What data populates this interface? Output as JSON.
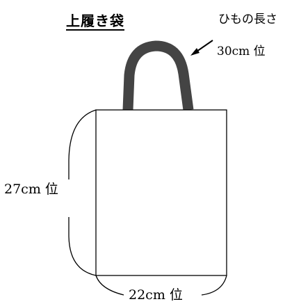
{
  "title": "上履き袋",
  "labels": {
    "cord": "ひもの長さ",
    "handle_length": "30cm 位",
    "height": "27cm 位",
    "width": "22cm 位"
  },
  "colors": {
    "handle": "#444444",
    "outline": "#000000",
    "background": "#ffffff"
  }
}
